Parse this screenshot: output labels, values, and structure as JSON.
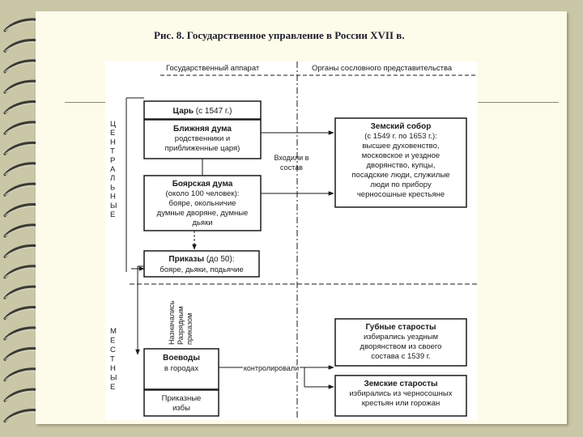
{
  "title": "Рис. 8. Государственное управление в России XVII в.",
  "headers": {
    "left": "Государственный аппарат",
    "right": "Органы сословного представительства"
  },
  "side_labels": {
    "central": [
      "Ц",
      "Е",
      "Н",
      "Т",
      "Р",
      "А",
      "Л",
      "Ь",
      "Н",
      "Ы",
      "Е"
    ],
    "local": [
      "М",
      "Е",
      "С",
      "Т",
      "Н",
      "Ы",
      "Е"
    ]
  },
  "boxes": {
    "tsar": {
      "name": "Царь",
      "note": " (с 1547 г.)"
    },
    "blizhnyaya": {
      "name": "Ближняя дума",
      "lines": [
        "родственники и",
        "приближенные царя)"
      ]
    },
    "boyar": {
      "name": "Боярская дума",
      "name_tail": "",
      "lines": [
        "(около 100 человек):",
        "бояре, окольничие",
        "думные дворяне, думные",
        "дьяки"
      ]
    },
    "prikazy": {
      "name": "Приказы",
      "note": " (до 50):",
      "line": "бояре, дьяки, подьячие"
    },
    "zemsky": {
      "name": "Земский собор",
      "lines": [
        "(с 1549 г. по 1653 г.):",
        "высшее духовенство,",
        "московское и уездное",
        "дворянство, купцы,",
        "посадские люди, служилые",
        "люди по прибору",
        "черносошные крестьяне"
      ]
    },
    "gubnye": {
      "name": "Губные старосты",
      "lines": [
        "избирались уездным",
        "дворянством из своего",
        "состава с 1539 г."
      ]
    },
    "voevody": {
      "name": "Воеводы",
      "line": "в городах"
    },
    "prikaznye": {
      "lines": [
        "Приказные",
        "избы"
      ]
    },
    "zemskie": {
      "name": "Земские старосты",
      "lines": [
        "избирались из черносошных",
        "крестьян или горожан"
      ]
    }
  },
  "edge_labels": {
    "entered": [
      "Входили в",
      "состав"
    ],
    "appointed": [
      "Назначались",
      "Разрядным",
      "приказом"
    ],
    "controlled": "контролировали"
  }
}
